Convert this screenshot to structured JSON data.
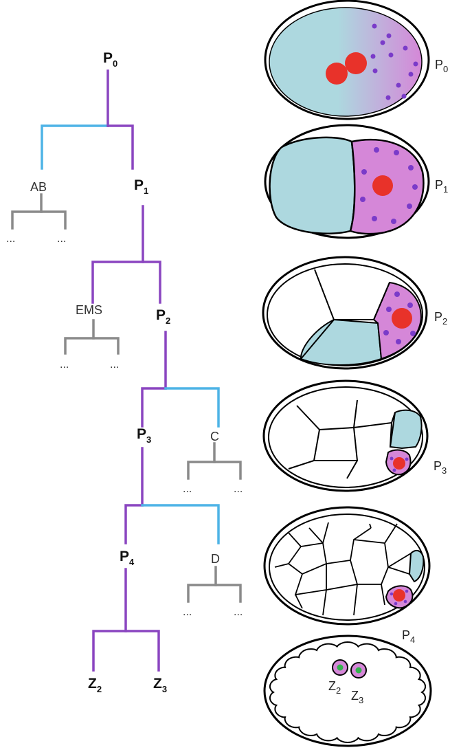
{
  "colors": {
    "purple_line": "#8a45c0",
    "blue_line": "#4db3e6",
    "gray_line": "#8a8a8a",
    "cytoplasm_blue": "#add8df",
    "germline_purple": "#d587d8",
    "granule": "#7a3bc9",
    "nucleus": "#e8322a",
    "pgc_green": "#33b24d"
  },
  "tree": {
    "p0": {
      "main": "P",
      "sub": "0"
    },
    "ab": "AB",
    "p1": {
      "main": "P",
      "sub": "1"
    },
    "ems": "EMS",
    "p2": {
      "main": "P",
      "sub": "2"
    },
    "p3": {
      "main": "P",
      "sub": "3"
    },
    "c": "C",
    "p4": {
      "main": "P",
      "sub": "4"
    },
    "d": "D",
    "z2": {
      "main": "Z",
      "sub": "2"
    },
    "z3": {
      "main": "Z",
      "sub": "3"
    },
    "ellipsis": "..."
  },
  "embryos": {
    "p0": {
      "main": "P",
      "sub": "0"
    },
    "p1": {
      "main": "P",
      "sub": "1"
    },
    "p2": {
      "main": "P",
      "sub": "2"
    },
    "p3": {
      "main": "P",
      "sub": "3"
    },
    "p4": {
      "main": "P",
      "sub": "4"
    },
    "z2": {
      "main": "Z",
      "sub": "2"
    },
    "z3": {
      "main": "Z",
      "sub": "3"
    }
  }
}
